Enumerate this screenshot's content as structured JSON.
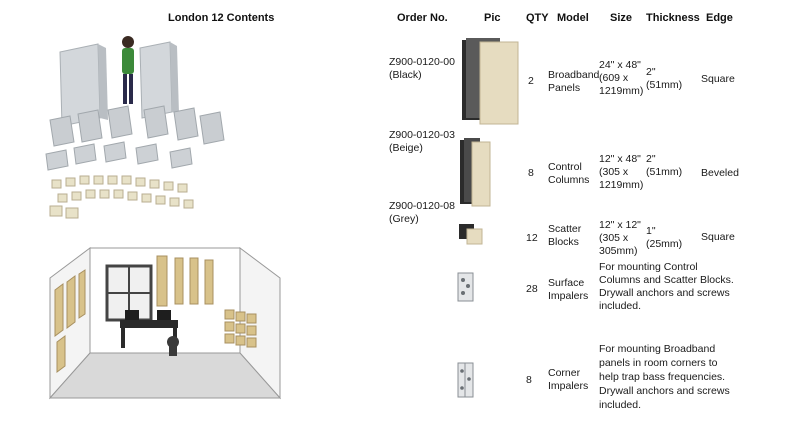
{
  "left_title": "London 12 Contents",
  "headers": {
    "order": "Order No.",
    "pic": "Pic",
    "qty": "QTY",
    "model": "Model",
    "size": "Size",
    "thickness": "Thickness",
    "edge": "Edge"
  },
  "rows": [
    {
      "orders": [
        "Z900-0120-00",
        "(Black)"
      ],
      "qty": "2",
      "model": [
        "Broadband",
        "Panels"
      ],
      "size": [
        "24\" x 48\"",
        "(609 x",
        "1219mm)"
      ],
      "thickness": [
        "2\"",
        "(51mm)"
      ],
      "edge": "Square"
    },
    {
      "orders": [
        "Z900-0120-03",
        "(Beige)",
        "Z900-0120-08",
        "(Grey)"
      ],
      "qty": "8",
      "model": [
        "Control",
        "Columns"
      ],
      "size": [
        "12\" x 48\"",
        "(305 x",
        "1219mm)"
      ],
      "thickness": [
        "2\"",
        "(51mm)"
      ],
      "edge": "Beveled"
    },
    {
      "qty": "12",
      "model": [
        "Scatter",
        "Blocks"
      ],
      "size": [
        "12\" x 12\"",
        "(305 x",
        "305mm)"
      ],
      "thickness": [
        "1\"",
        "(25mm)"
      ],
      "edge": "Square"
    },
    {
      "qty": "28",
      "model": [
        "Surface",
        "Impalers"
      ],
      "desc": [
        "For mounting Control",
        "Columns and Scatter Blocks.",
        "Drywall anchors and screws",
        "included."
      ]
    },
    {
      "qty": "8",
      "model": [
        "Corner",
        "Impalers"
      ],
      "desc": [
        "For mounting Broadband",
        "panels in room corners to",
        "help trap bass frequencies.",
        "Drywall anchors and screws",
        "included."
      ]
    }
  ],
  "colors": {
    "panel_black": "#2b2b2b",
    "panel_beige": "#e6dcc0",
    "panel_grey": "#5a5a5a",
    "foam_grey": "#c9cdd1",
    "room_floor": "#d9d9d9",
    "room_panel": "#d8c28a"
  }
}
